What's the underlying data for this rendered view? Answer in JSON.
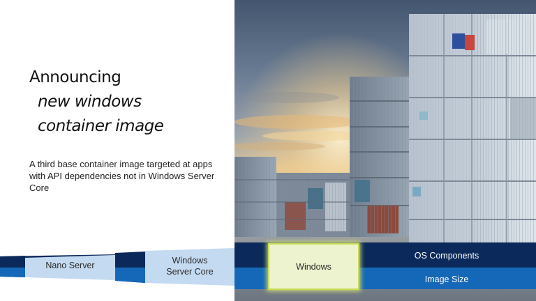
{
  "slide": {
    "title_line1": "Announcing",
    "title_line2": "new windows",
    "title_line3": "container image",
    "subtitle": "A third base container image targeted at apps with API dependencies not in Windows Server Core"
  },
  "bands": {
    "nano_server": "Nano Server",
    "server_core_line1": "Windows",
    "server_core_line2": "Server Core",
    "windows": "Windows",
    "os_components": "OS Components",
    "image_size": "Image Size"
  },
  "colors": {
    "dark_band": "#0b2a5b",
    "light_band": "#c4daf0",
    "mid_band": "#1568b8",
    "highlight_fill": "#eef3cf",
    "highlight_border": "#c9dc57"
  }
}
